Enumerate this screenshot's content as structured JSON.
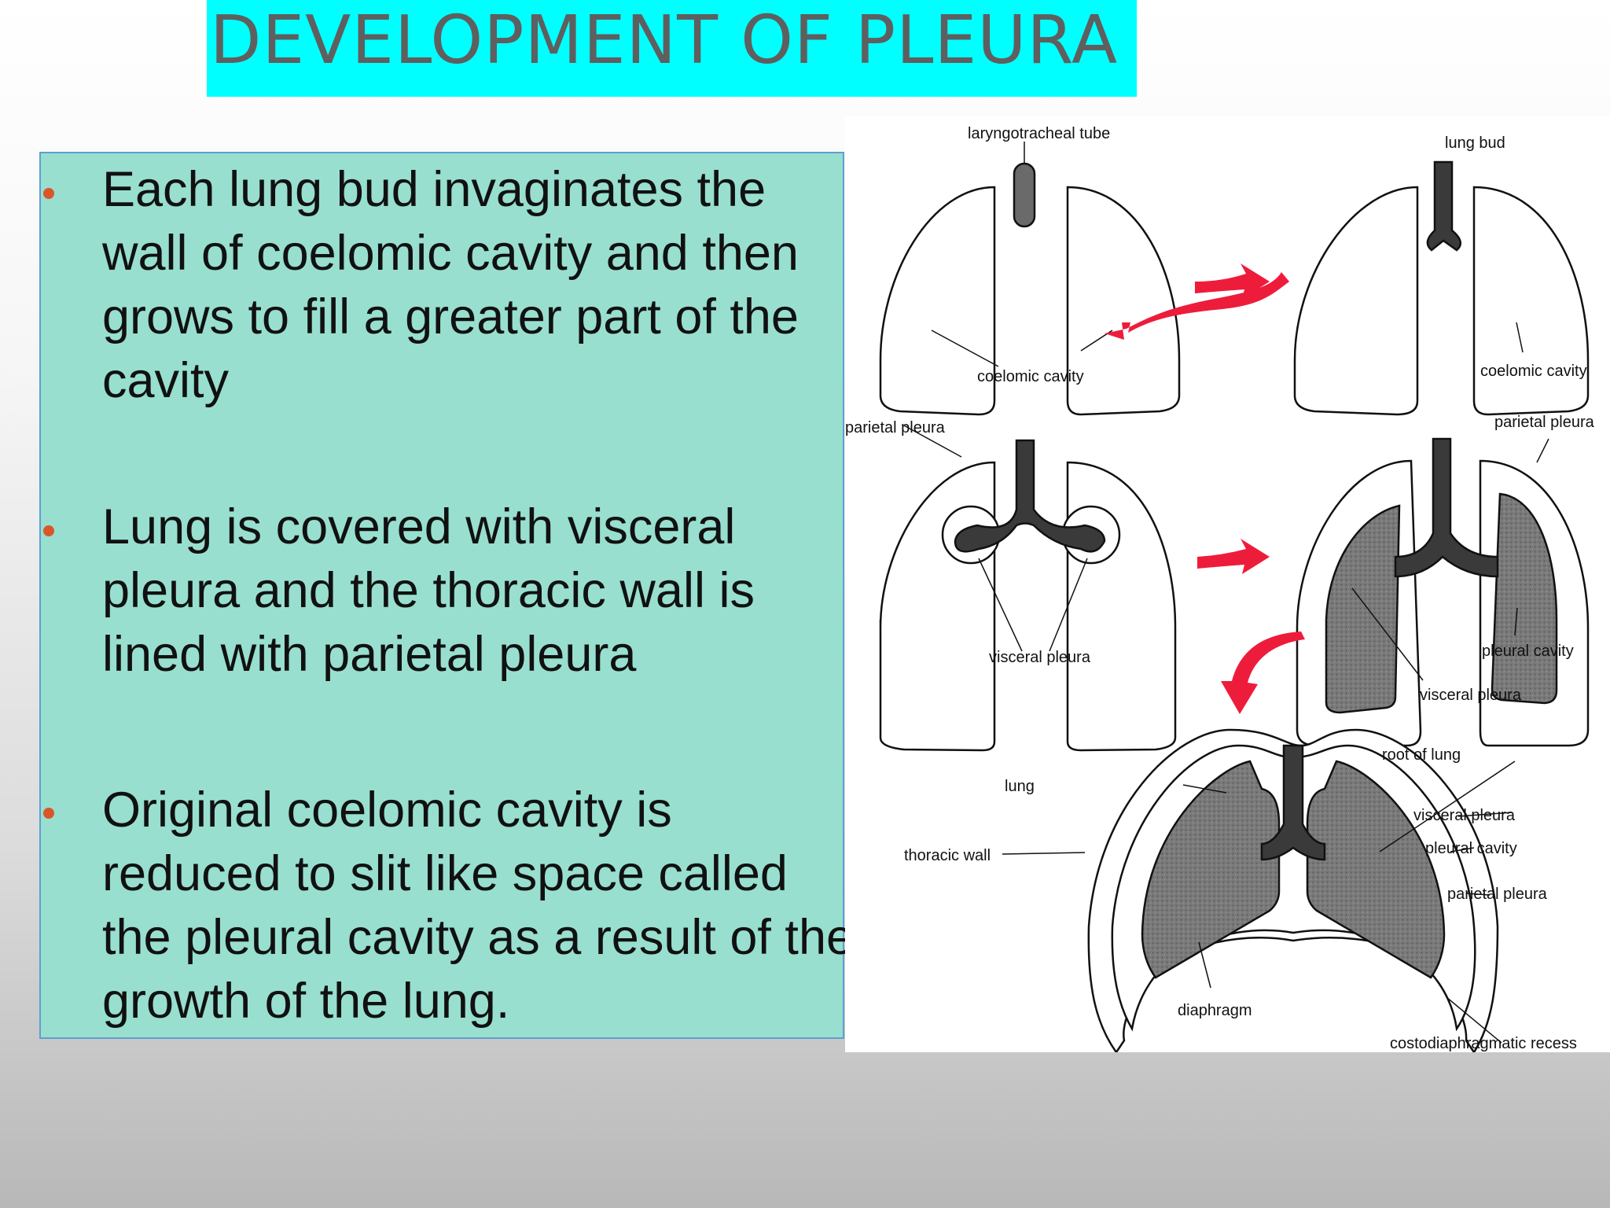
{
  "slide": {
    "title": "DEVELOPMENT OF PLEURA",
    "bullets": [
      "Each lung bud invaginates the wall of coelomic cavity and then grows to fill a greater part of the cavity",
      "Lung is covered with  visceral pleura and the thoracic wall is lined with parietal pleura",
      "Original coelomic cavity is reduced to slit like space called the pleural cavity as a result of the  growth of the lung."
    ]
  },
  "diagram": {
    "labels": {
      "laryngotracheal_tube": "laryngotracheal tube",
      "lung_bud": "lung bud",
      "coelomic_cavity_1": "coelomic cavity",
      "coelomic_cavity_2": "coelomic cavity",
      "parietal_pleura_1": "parietal pleura",
      "parietal_pleura_2": "parietal pleura",
      "visceral_pleura_1": "visceral pleura",
      "pleural_cavity_1": "pleural cavity",
      "visceral_pleura_2": "visceral pleura",
      "root_of_lung": "root of lung",
      "lung": "lung",
      "visceral_pleura_3": "visceral pleura",
      "pleural_cavity_2": "pleural cavity",
      "thoracic_wall": "thoracic wall",
      "parietal_pleura_3": "parietal pleura",
      "diaphragm": "diaphragm",
      "costodiaphragmatic_recess": "costodiaphragmatic recess"
    },
    "arrow_color": "#ee1c3b"
  }
}
